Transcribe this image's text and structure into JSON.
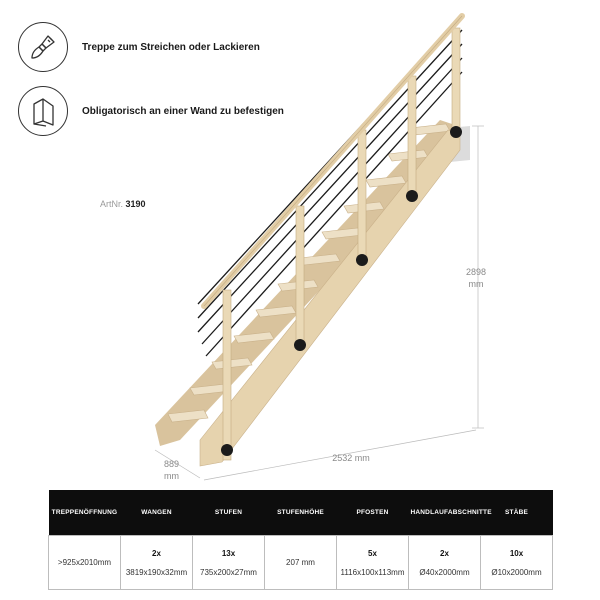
{
  "features": [
    {
      "icon": "paintbrush-icon",
      "text": "Treppe zum Streichen oder Lackieren"
    },
    {
      "icon": "wall-corner-icon",
      "text": "Obligatorisch an einer Wand zu befestigen"
    }
  ],
  "article": {
    "label": "ArtNr.",
    "number": "3190"
  },
  "dimensions": {
    "height_value": "2898",
    "height_unit": "mm",
    "depth_value": "889",
    "depth_unit": "mm",
    "width_label": "2532 mm"
  },
  "spec_table": {
    "headers": [
      "TREPPENÖFFNUNG",
      "WANGEN",
      "STUFEN",
      "STUFENHÖHE",
      "PFOSTEN",
      "HANDLAUFABSCHNITTE",
      "STÄBE"
    ],
    "quantities": [
      "",
      "2x",
      "13x",
      "",
      "5x",
      "2x",
      "10x"
    ],
    "values": [
      ">925x2010mm",
      "3819x190x32mm",
      "735x200x27mm",
      "207 mm",
      "1116x100x113mm",
      "Ø40x2000mm",
      "Ø10x2000mm"
    ]
  },
  "colors": {
    "wood": "#e9d8b8",
    "wood_dark": "#c9b18a",
    "metal": "#1b1b1b",
    "header_bg": "#0d0d0d"
  }
}
